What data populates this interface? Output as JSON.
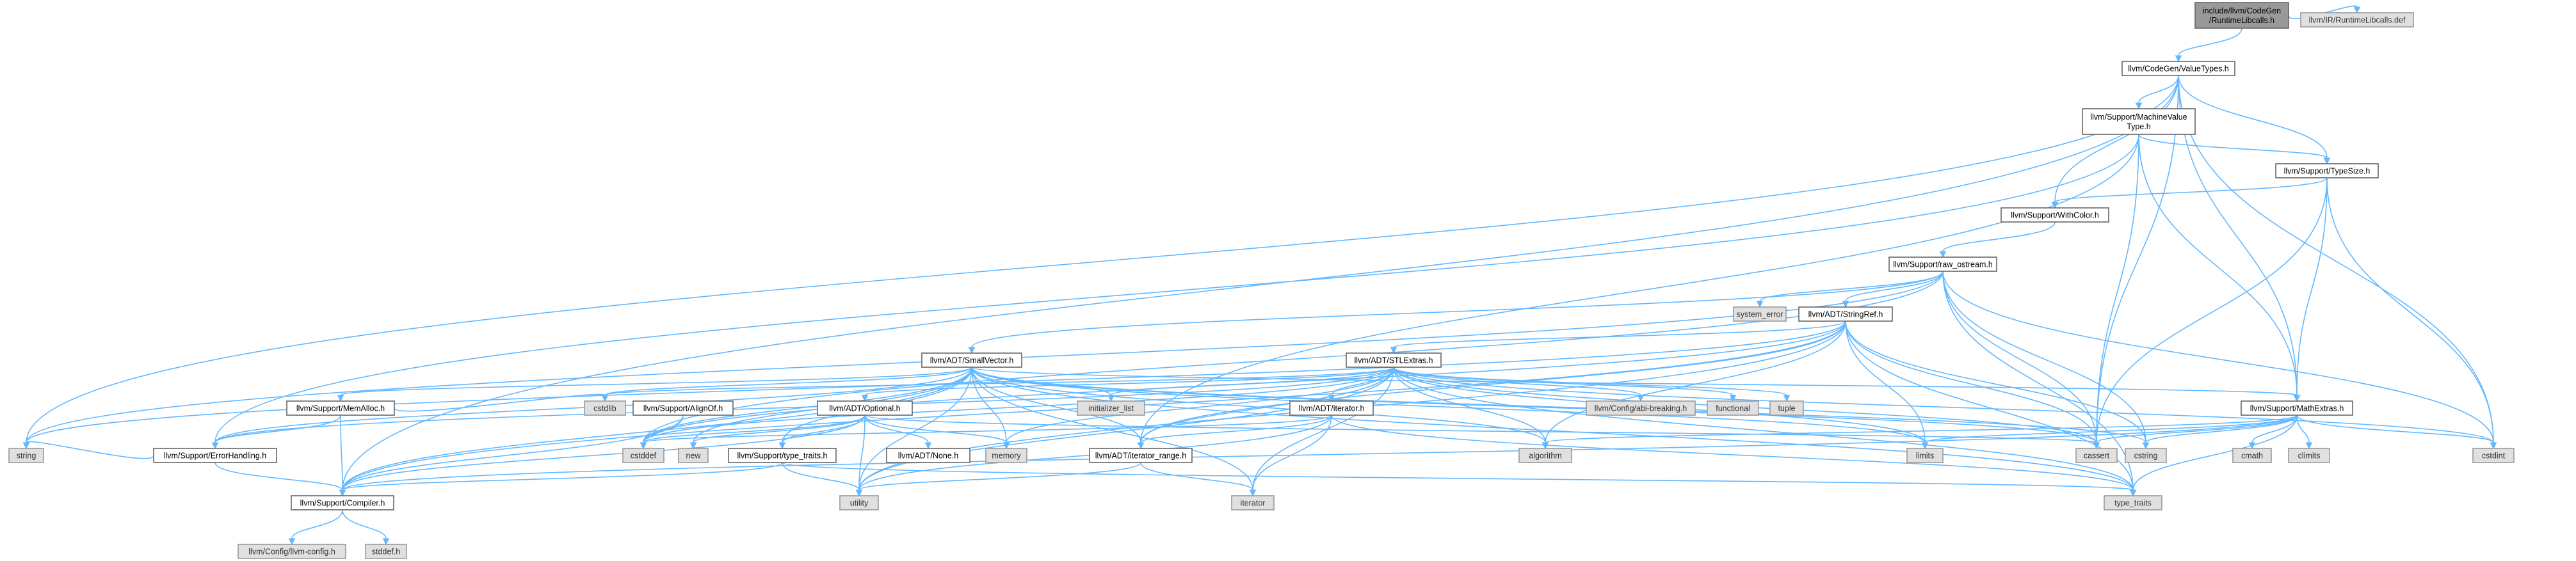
{
  "graph": {
    "type": "include-dependency-graph",
    "colors": {
      "edge": "#63b8ff",
      "root_fill": "#999999",
      "file_fill": "#ffffff",
      "system_fill": "#e0e0e0",
      "border": "#666666"
    },
    "nodes": [
      {
        "id": "root",
        "kind": "root",
        "lines": [
          "include/llvm/CodeGen",
          "/RuntimeLibcalls.h"
        ]
      },
      {
        "id": "runtimelibcalls_def",
        "kind": "system",
        "lines": [
          "llvm/IR/RuntimeLibcalls.def"
        ]
      },
      {
        "id": "codegen_valuetypes",
        "kind": "file",
        "lines": [
          "llvm/CodeGen/ValueTypes.h"
        ]
      },
      {
        "id": "machinevaluetype",
        "kind": "file",
        "lines": [
          "llvm/Support/MachineValue",
          "Type.h"
        ]
      },
      {
        "id": "typesize",
        "kind": "file",
        "lines": [
          "llvm/Support/TypeSize.h"
        ]
      },
      {
        "id": "withcolor",
        "kind": "file",
        "lines": [
          "llvm/Support/WithColor.h"
        ]
      },
      {
        "id": "raw_ostream",
        "kind": "file",
        "lines": [
          "llvm/Support/raw_ostream.h"
        ]
      },
      {
        "id": "system_error",
        "kind": "system",
        "lines": [
          "system_error"
        ]
      },
      {
        "id": "stringref",
        "kind": "file",
        "lines": [
          "llvm/ADT/StringRef.h"
        ]
      },
      {
        "id": "smallvector",
        "kind": "file",
        "lines": [
          "llvm/ADT/SmallVector.h"
        ]
      },
      {
        "id": "stlextras",
        "kind": "file",
        "lines": [
          "llvm/ADT/STLExtras.h"
        ]
      },
      {
        "id": "mathextras",
        "kind": "file",
        "lines": [
          "llvm/Support/MathExtras.h"
        ]
      },
      {
        "id": "memalloc",
        "kind": "file",
        "lines": [
          "llvm/Support/MemAlloc.h"
        ]
      },
      {
        "id": "alignof",
        "kind": "file",
        "lines": [
          "llvm/Support/AlignOf.h"
        ]
      },
      {
        "id": "optional",
        "kind": "file",
        "lines": [
          "llvm/ADT/Optional.h"
        ]
      },
      {
        "id": "adt_iterator",
        "kind": "file",
        "lines": [
          "llvm/ADT/iterator.h"
        ]
      },
      {
        "id": "errorhandling",
        "kind": "file",
        "lines": [
          "llvm/Support/ErrorHandling.h"
        ]
      },
      {
        "id": "type_traits_h",
        "kind": "file",
        "lines": [
          "llvm/Support/type_traits.h"
        ]
      },
      {
        "id": "none",
        "kind": "file",
        "lines": [
          "llvm/ADT/None.h"
        ]
      },
      {
        "id": "iterator_range",
        "kind": "file",
        "lines": [
          "llvm/ADT/iterator_range.h"
        ]
      },
      {
        "id": "compiler",
        "kind": "file",
        "lines": [
          "llvm/Support/Compiler.h"
        ]
      },
      {
        "id": "llvm_config",
        "kind": "system",
        "lines": [
          "llvm/Config/llvm-config.h"
        ]
      },
      {
        "id": "stddef_h",
        "kind": "system",
        "lines": [
          "stddef.h"
        ]
      },
      {
        "id": "string",
        "kind": "system",
        "lines": [
          "string"
        ]
      },
      {
        "id": "cstdlib",
        "kind": "system",
        "lines": [
          "cstdlib"
        ]
      },
      {
        "id": "cstddef",
        "kind": "system",
        "lines": [
          "cstddef"
        ]
      },
      {
        "id": "new",
        "kind": "system",
        "lines": [
          "new"
        ]
      },
      {
        "id": "initializer_list",
        "kind": "system",
        "lines": [
          "initializer_list"
        ]
      },
      {
        "id": "memory",
        "kind": "system",
        "lines": [
          "memory"
        ]
      },
      {
        "id": "utility",
        "kind": "system",
        "lines": [
          "utility"
        ]
      },
      {
        "id": "iterator",
        "kind": "system",
        "lines": [
          "iterator"
        ]
      },
      {
        "id": "abi_breaking",
        "kind": "system",
        "lines": [
          "llvm/Config/abi-breaking.h"
        ]
      },
      {
        "id": "functional",
        "kind": "system",
        "lines": [
          "functional"
        ]
      },
      {
        "id": "tuple",
        "kind": "system",
        "lines": [
          "tuple"
        ]
      },
      {
        "id": "algorithm",
        "kind": "system",
        "lines": [
          "algorithm"
        ]
      },
      {
        "id": "limits",
        "kind": "system",
        "lines": [
          "limits"
        ]
      },
      {
        "id": "cassert",
        "kind": "system",
        "lines": [
          "cassert"
        ]
      },
      {
        "id": "cstring",
        "kind": "system",
        "lines": [
          "cstring"
        ]
      },
      {
        "id": "type_traits",
        "kind": "system",
        "lines": [
          "type_traits"
        ]
      },
      {
        "id": "cmath",
        "kind": "system",
        "lines": [
          "cmath"
        ]
      },
      {
        "id": "climits",
        "kind": "system",
        "lines": [
          "climits"
        ]
      },
      {
        "id": "cstdint",
        "kind": "system",
        "lines": [
          "cstdint"
        ]
      }
    ],
    "edges": [
      [
        "root",
        "codegen_valuetypes"
      ],
      [
        "root",
        "runtimelibcalls_def"
      ],
      [
        "codegen_valuetypes",
        "machinevaluetype"
      ],
      [
        "codegen_valuetypes",
        "typesize"
      ],
      [
        "codegen_valuetypes",
        "withcolor"
      ],
      [
        "codegen_valuetypes",
        "mathextras"
      ],
      [
        "codegen_valuetypes",
        "compiler"
      ],
      [
        "codegen_valuetypes",
        "cassert"
      ],
      [
        "codegen_valuetypes",
        "cstdint"
      ],
      [
        "codegen_valuetypes",
        "string"
      ],
      [
        "machinevaluetype",
        "typesize"
      ],
      [
        "machinevaluetype",
        "mathextras"
      ],
      [
        "machinevaluetype",
        "errorhandling"
      ],
      [
        "machinevaluetype",
        "iterator_range"
      ],
      [
        "machinevaluetype",
        "cassert"
      ],
      [
        "typesize",
        "withcolor"
      ],
      [
        "typesize",
        "mathextras"
      ],
      [
        "typesize",
        "cassert"
      ],
      [
        "typesize",
        "cstdint"
      ],
      [
        "withcolor",
        "raw_ostream"
      ],
      [
        "raw_ostream",
        "stringref"
      ],
      [
        "raw_ostream",
        "smallvector"
      ],
      [
        "raw_ostream",
        "system_error"
      ],
      [
        "raw_ostream",
        "cassert"
      ],
      [
        "raw_ostream",
        "cstddef"
      ],
      [
        "raw_ostream",
        "cstdint"
      ],
      [
        "raw_ostream",
        "cstring"
      ],
      [
        "raw_ostream",
        "string"
      ],
      [
        "raw_ostream",
        "type_traits"
      ],
      [
        "stringref",
        "stlextras"
      ],
      [
        "stringref",
        "iterator_range"
      ],
      [
        "stringref",
        "compiler"
      ],
      [
        "stringref",
        "algorithm"
      ],
      [
        "stringref",
        "cassert"
      ],
      [
        "stringref",
        "cstddef"
      ],
      [
        "stringref",
        "cstring"
      ],
      [
        "stringref",
        "limits"
      ],
      [
        "stringref",
        "string"
      ],
      [
        "stringref",
        "type_traits"
      ],
      [
        "stringref",
        "utility"
      ],
      [
        "smallvector",
        "errorhandling"
      ],
      [
        "smallvector",
        "memalloc"
      ],
      [
        "smallvector",
        "type_traits_h"
      ],
      [
        "smallvector",
        "iterator_range"
      ],
      [
        "smallvector",
        "compiler"
      ],
      [
        "smallvector",
        "mathextras"
      ],
      [
        "smallvector",
        "algorithm"
      ],
      [
        "smallvector",
        "cassert"
      ],
      [
        "smallvector",
        "cstddef"
      ],
      [
        "smallvector",
        "cstdlib"
      ],
      [
        "smallvector",
        "cstring"
      ],
      [
        "smallvector",
        "initializer_list"
      ],
      [
        "smallvector",
        "iterator"
      ],
      [
        "smallvector",
        "limits"
      ],
      [
        "smallvector",
        "memory"
      ],
      [
        "smallvector",
        "new"
      ],
      [
        "smallvector",
        "type_traits"
      ],
      [
        "smallvector",
        "utility"
      ],
      [
        "stlextras",
        "optional"
      ],
      [
        "stlextras",
        "adt_iterator"
      ],
      [
        "stlextras",
        "iterator_range"
      ],
      [
        "stlextras",
        "abi_breaking"
      ],
      [
        "stlextras",
        "errorhandling"
      ],
      [
        "stlextras",
        "algorithm"
      ],
      [
        "stlextras",
        "cassert"
      ],
      [
        "stlextras",
        "cstddef"
      ],
      [
        "stlextras",
        "cstdint"
      ],
      [
        "stlextras",
        "cstdlib"
      ],
      [
        "stlextras",
        "functional"
      ],
      [
        "stlextras",
        "initializer_list"
      ],
      [
        "stlextras",
        "iterator"
      ],
      [
        "stlextras",
        "limits"
      ],
      [
        "stlextras",
        "memory"
      ],
      [
        "stlextras",
        "tuple"
      ],
      [
        "stlextras",
        "type_traits"
      ],
      [
        "stlextras",
        "utility"
      ],
      [
        "mathextras",
        "compiler"
      ],
      [
        "mathextras",
        "algorithm"
      ],
      [
        "mathextras",
        "cassert"
      ],
      [
        "mathextras",
        "climits"
      ],
      [
        "mathextras",
        "cmath"
      ],
      [
        "mathextras",
        "cstdint"
      ],
      [
        "mathextras",
        "cstring"
      ],
      [
        "mathextras",
        "limits"
      ],
      [
        "mathextras",
        "type_traits"
      ],
      [
        "memalloc",
        "compiler"
      ],
      [
        "memalloc",
        "errorhandling"
      ],
      [
        "memalloc",
        "cstdlib"
      ],
      [
        "alignof",
        "compiler"
      ],
      [
        "alignof",
        "cstddef"
      ],
      [
        "optional",
        "none"
      ],
      [
        "optional",
        "type_traits_h"
      ],
      [
        "optional",
        "compiler"
      ],
      [
        "optional",
        "cassert"
      ],
      [
        "optional",
        "memory"
      ],
      [
        "optional",
        "new"
      ],
      [
        "optional",
        "utility"
      ],
      [
        "optional",
        "cstddef"
      ],
      [
        "adt_iterator",
        "iterator_range"
      ],
      [
        "adt_iterator",
        "cstddef"
      ],
      [
        "adt_iterator",
        "iterator"
      ],
      [
        "adt_iterator",
        "type_traits"
      ],
      [
        "adt_iterator",
        "utility"
      ],
      [
        "errorhandling",
        "compiler"
      ],
      [
        "errorhandling",
        "string"
      ],
      [
        "type_traits_h",
        "compiler"
      ],
      [
        "type_traits_h",
        "type_traits"
      ],
      [
        "type_traits_h",
        "utility"
      ],
      [
        "iterator_range",
        "iterator"
      ],
      [
        "iterator_range",
        "utility"
      ],
      [
        "compiler",
        "llvm_config"
      ],
      [
        "compiler",
        "stddef_h"
      ]
    ]
  }
}
